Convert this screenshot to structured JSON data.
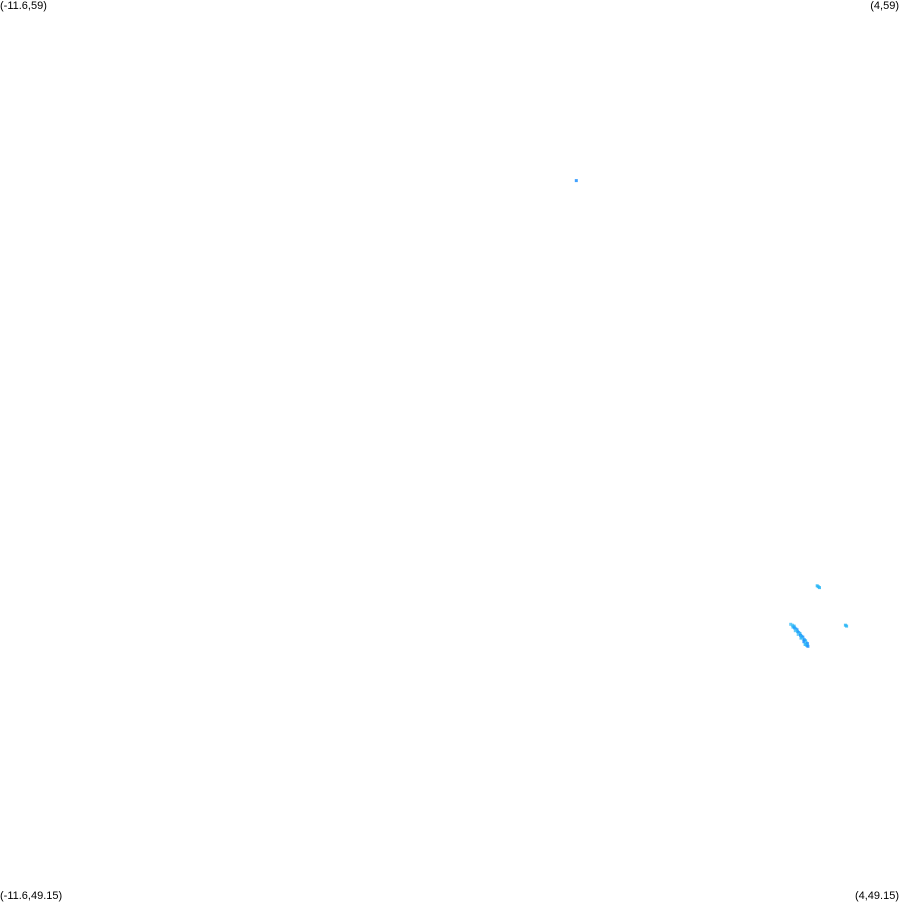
{
  "corners": {
    "top_left": "(-11.6,59)",
    "top_right": "(4,59)",
    "bottom_left": "(-11.6,49.15)",
    "bottom_right": "(4,49.15)"
  },
  "bounds": {
    "lon_min": -11.6,
    "lon_max": 4,
    "lat_min": 49.15,
    "lat_max": 59
  },
  "colors": {
    "point_primary": "#1e90ff",
    "point_secondary": "#29b6f6",
    "point_light": "#4fc3f7"
  },
  "points": [
    {
      "lon": -1.6,
      "lat": 57.03,
      "color": "point_primary"
    },
    {
      "lon": 2.58,
      "lat": 52.61,
      "color": "point_secondary"
    },
    {
      "lon": 2.6,
      "lat": 52.6,
      "color": "point_secondary"
    },
    {
      "lon": 2.62,
      "lat": 52.59,
      "color": "point_secondary"
    },
    {
      "lon": 3.07,
      "lat": 52.18,
      "color": "point_secondary"
    },
    {
      "lon": 3.09,
      "lat": 52.17,
      "color": "point_secondary"
    },
    {
      "lon": 2.12,
      "lat": 52.19,
      "color": "point_light"
    },
    {
      "lon": 2.15,
      "lat": 52.18,
      "color": "point_light"
    },
    {
      "lon": 2.18,
      "lat": 52.17,
      "color": "point_secondary"
    },
    {
      "lon": 2.16,
      "lat": 52.16,
      "color": "point_secondary"
    },
    {
      "lon": 2.19,
      "lat": 52.15,
      "color": "point_primary"
    },
    {
      "lon": 2.21,
      "lat": 52.14,
      "color": "point_secondary"
    },
    {
      "lon": 2.23,
      "lat": 52.13,
      "color": "point_primary"
    },
    {
      "lon": 2.2,
      "lat": 52.12,
      "color": "point_light"
    },
    {
      "lon": 2.24,
      "lat": 52.11,
      "color": "point_secondary"
    },
    {
      "lon": 2.26,
      "lat": 52.1,
      "color": "point_primary"
    },
    {
      "lon": 2.28,
      "lat": 52.09,
      "color": "point_secondary"
    },
    {
      "lon": 2.25,
      "lat": 52.08,
      "color": "point_light"
    },
    {
      "lon": 2.29,
      "lat": 52.07,
      "color": "point_primary"
    },
    {
      "lon": 2.31,
      "lat": 52.06,
      "color": "point_secondary"
    },
    {
      "lon": 2.33,
      "lat": 52.05,
      "color": "point_primary"
    },
    {
      "lon": 2.3,
      "lat": 52.04,
      "color": "point_secondary"
    },
    {
      "lon": 2.34,
      "lat": 52.03,
      "color": "point_light"
    },
    {
      "lon": 2.36,
      "lat": 52.02,
      "color": "point_primary"
    },
    {
      "lon": 2.38,
      "lat": 52.01,
      "color": "point_secondary"
    },
    {
      "lon": 2.35,
      "lat": 52.0,
      "color": "point_primary"
    },
    {
      "lon": 2.39,
      "lat": 51.99,
      "color": "point_light"
    },
    {
      "lon": 2.41,
      "lat": 51.98,
      "color": "point_primary"
    },
    {
      "lon": 2.37,
      "lat": 51.97,
      "color": "point_secondary"
    },
    {
      "lon": 2.4,
      "lat": 51.96,
      "color": "point_secondary"
    },
    {
      "lon": 2.42,
      "lat": 51.95,
      "color": "point_primary"
    }
  ]
}
